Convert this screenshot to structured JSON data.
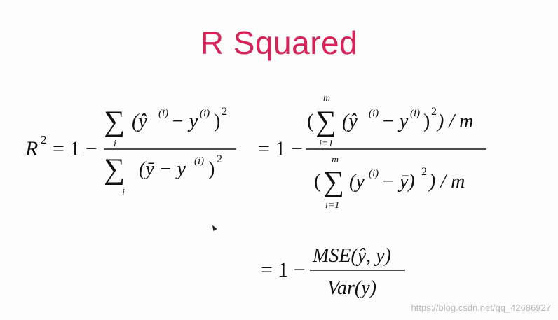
{
  "slide": {
    "title": "R Squared"
  },
  "formula": {
    "r2_lhs": "R",
    "r2_exponent": "2",
    "equals_one": "= 1 −",
    "sigma": "∑",
    "sum_index_i": "i",
    "sum_lower_i1": "i=1",
    "sum_upper_m": "m",
    "term1_num": "(ŷ",
    "term1_sup_i": "(i)",
    "term1_mid": " − y",
    "term1_sup_i2": "(i)",
    "term1_close": ")",
    "square": "2",
    "term1_den_open": "(ȳ − y",
    "term1_den_sup": "(i)",
    "term1_den_close": ")",
    "open_paren": "(",
    "close_paren_over_m": ") / m",
    "den2_open": "(y",
    "den2_sup": "(i)",
    "den2_mid": " − ȳ)",
    "mse_text": "MSE(ŷ, y)",
    "var_text": "Var(y)"
  },
  "footer": {
    "watermark": "https://blog.csdn.net/qq_42686927"
  }
}
